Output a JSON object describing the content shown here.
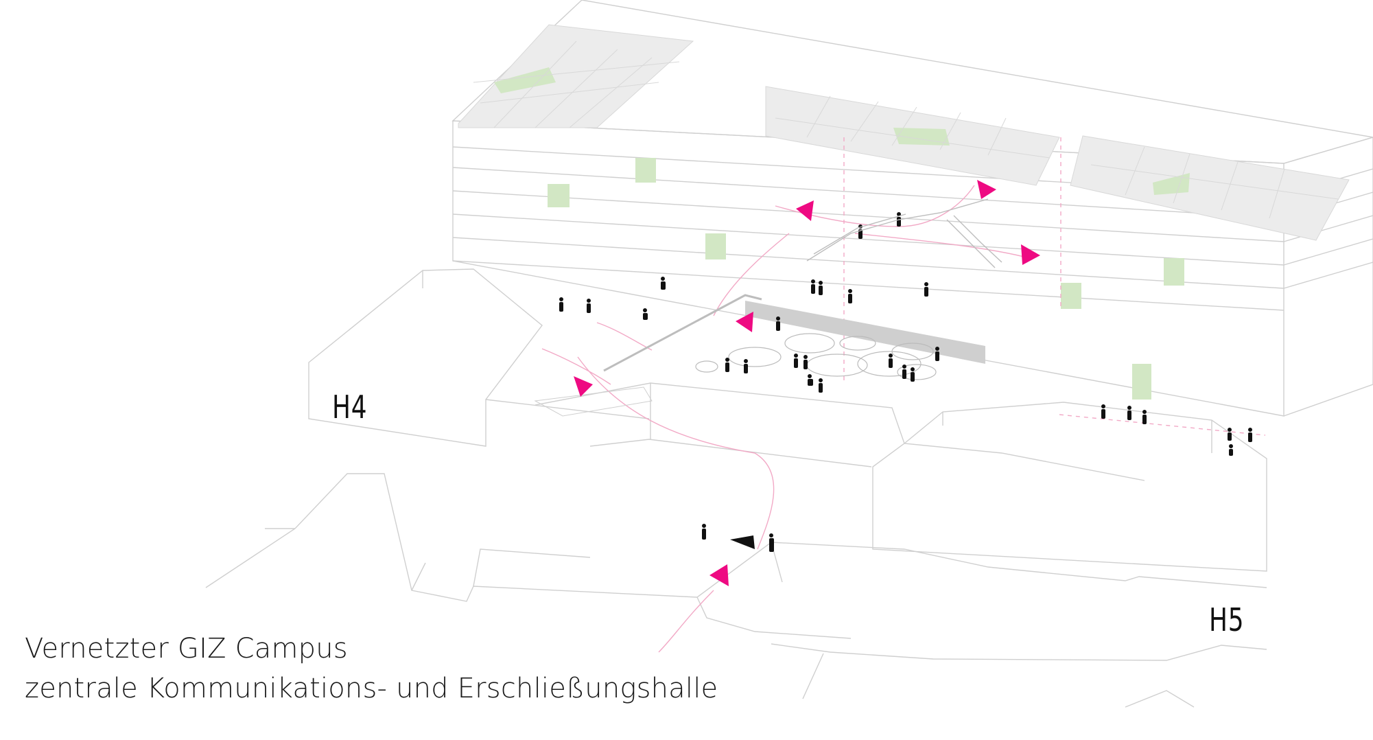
{
  "labels": {
    "h4": "H4",
    "h5": "H5"
  },
  "caption": {
    "line1": "Vernetzter GIZ Campus",
    "line2": "zentrale Kommunikations- und Erschließungshalle"
  },
  "colors": {
    "accent_arrow": "#ee0a82",
    "dark_arrow": "#111111",
    "green_panel": "#d2e7c4",
    "grey_panel": "#ececec",
    "line": "#cfcfcf",
    "pink_path": "#f2a9c6"
  },
  "icons": [
    "direction-arrow-icon",
    "person-icon"
  ]
}
